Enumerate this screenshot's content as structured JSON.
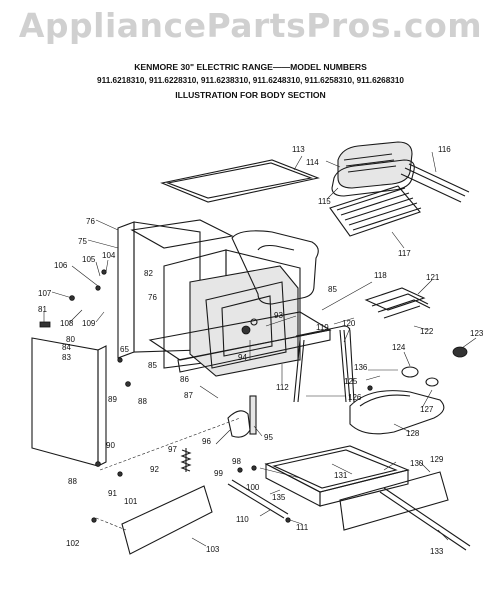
{
  "watermark": "AppliancePartsPros.com",
  "header": {
    "title": "KENMORE 30\" ELECTRIC RANGE——MODEL NUMBERS",
    "models": "911.6218310,  911.6228310,  911.6238310,  911.6248310,  911.6258310,  911.6268310",
    "subtitle": "ILLUSTRATION FOR BODY SECTION"
  },
  "labels": {
    "p113": "113",
    "p114": "114",
    "p115": "115",
    "p116": "116",
    "p117": "117",
    "p76a": "76",
    "p75": "75",
    "p106": "106",
    "p105": "105",
    "p104": "104",
    "p82": "82",
    "p107": "107",
    "p81": "81",
    "p108": "108",
    "p109": "109",
    "p76b": "76",
    "p80": "80",
    "p84": "84",
    "p83": "83",
    "p93": "93",
    "p94": "94",
    "p85a": "85",
    "p86": "86",
    "p87": "87",
    "p89": "89",
    "p88a": "88",
    "p112": "112",
    "p85b": "85",
    "p119": "119",
    "p118": "118",
    "p120": "120",
    "p121": "121",
    "p122": "122",
    "p123": "123",
    "p124": "124",
    "p125": "125",
    "p136": "136",
    "p126": "126",
    "p127": "127",
    "p128": "128",
    "p90": "90",
    "p96": "96",
    "p95": "95",
    "p97": "97",
    "p92": "92",
    "p88b": "88",
    "p91": "91",
    "p101": "101",
    "p98": "98",
    "p99": "99",
    "p100": "100",
    "p131": "131",
    "p130": "130",
    "p129": "129",
    "p135": "135",
    "p110": "110",
    "p111": "111",
    "p102": "102",
    "p103": "103",
    "p133": "133",
    "p65": "65"
  }
}
